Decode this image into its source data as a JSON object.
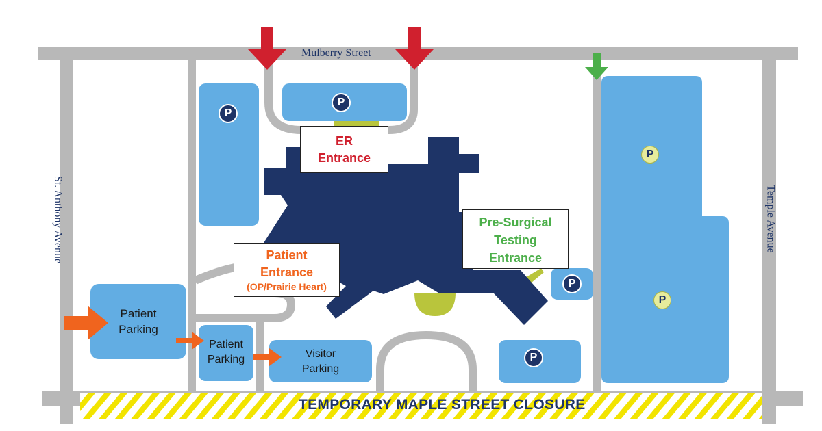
{
  "streets": {
    "north": "Mulberry Street",
    "west": "St. Anthony Avenue",
    "east": "Temple Avenue",
    "south": "TEMPORARY MAPLE STREET CLOSURE"
  },
  "entrances": {
    "er": {
      "line1": "ER",
      "line2": "Entrance",
      "color": "#d0202e"
    },
    "patient": {
      "line1": "Patient",
      "line2": "Entrance",
      "line3": "(OP/Prairie Heart)",
      "color": "#f0641e"
    },
    "presurgical": {
      "line1": "Pre-Surgical",
      "line2": "Testing",
      "line3": "Entrance",
      "color": "#4caf4a"
    }
  },
  "lots": {
    "patient_parking_west": {
      "line1": "Patient",
      "line2": "Parking"
    },
    "patient_parking_mid": {
      "line1": "Patient",
      "line2": "Parking"
    },
    "visitor_parking": {
      "line1": "Visitor",
      "line2": "Parking"
    }
  },
  "parking_symbol": "P",
  "colors": {
    "road": "#b8b8b8",
    "parking_lot": "#62ade3",
    "building": "#1e3467",
    "green_area": "#b9c53c",
    "closure_stripe": "#f2e400"
  }
}
